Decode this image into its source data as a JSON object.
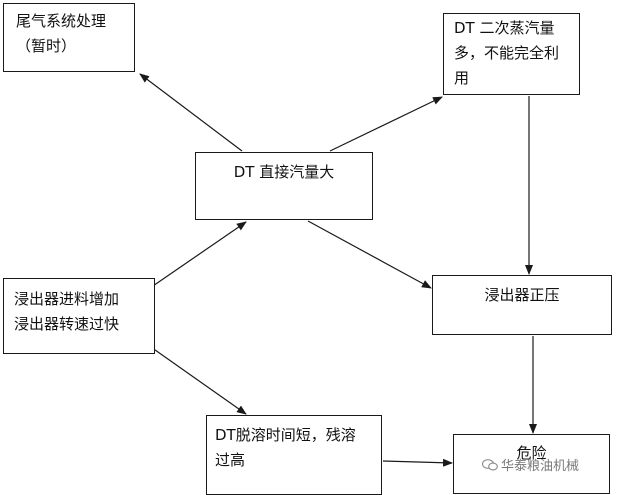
{
  "nodes": {
    "exhaust": [
      "尾气系统处理",
      "（暂时）"
    ],
    "dt_steam": [
      "DT 二次蒸汽量",
      "多，不能完全利",
      "用"
    ],
    "dt_direct": [
      "DT 直接汽量大"
    ],
    "feed": [
      "浸出器进料增加",
      "浸出器转速过快"
    ],
    "pressure": [
      "浸出器正压"
    ],
    "desolv": [
      "DT脱溶时间短，残溶",
      "过高"
    ],
    "danger": [
      "危险"
    ]
  },
  "edges": [
    {
      "from": "feed",
      "to": "dt_direct"
    },
    {
      "from": "feed",
      "to": "desolv"
    },
    {
      "from": "dt_direct",
      "to": "exhaust"
    },
    {
      "from": "dt_direct",
      "to": "dt_steam"
    },
    {
      "from": "dt_direct",
      "to": "pressure"
    },
    {
      "from": "dt_steam",
      "to": "pressure"
    },
    {
      "from": "pressure",
      "to": "danger"
    },
    {
      "from": "desolv",
      "to": "danger"
    }
  ],
  "watermark": {
    "text": "华泰粮油机械",
    "icon": "wechat-icon"
  },
  "colors": {
    "line": "#1a1a1a",
    "watermark": "#7a7a7a"
  }
}
